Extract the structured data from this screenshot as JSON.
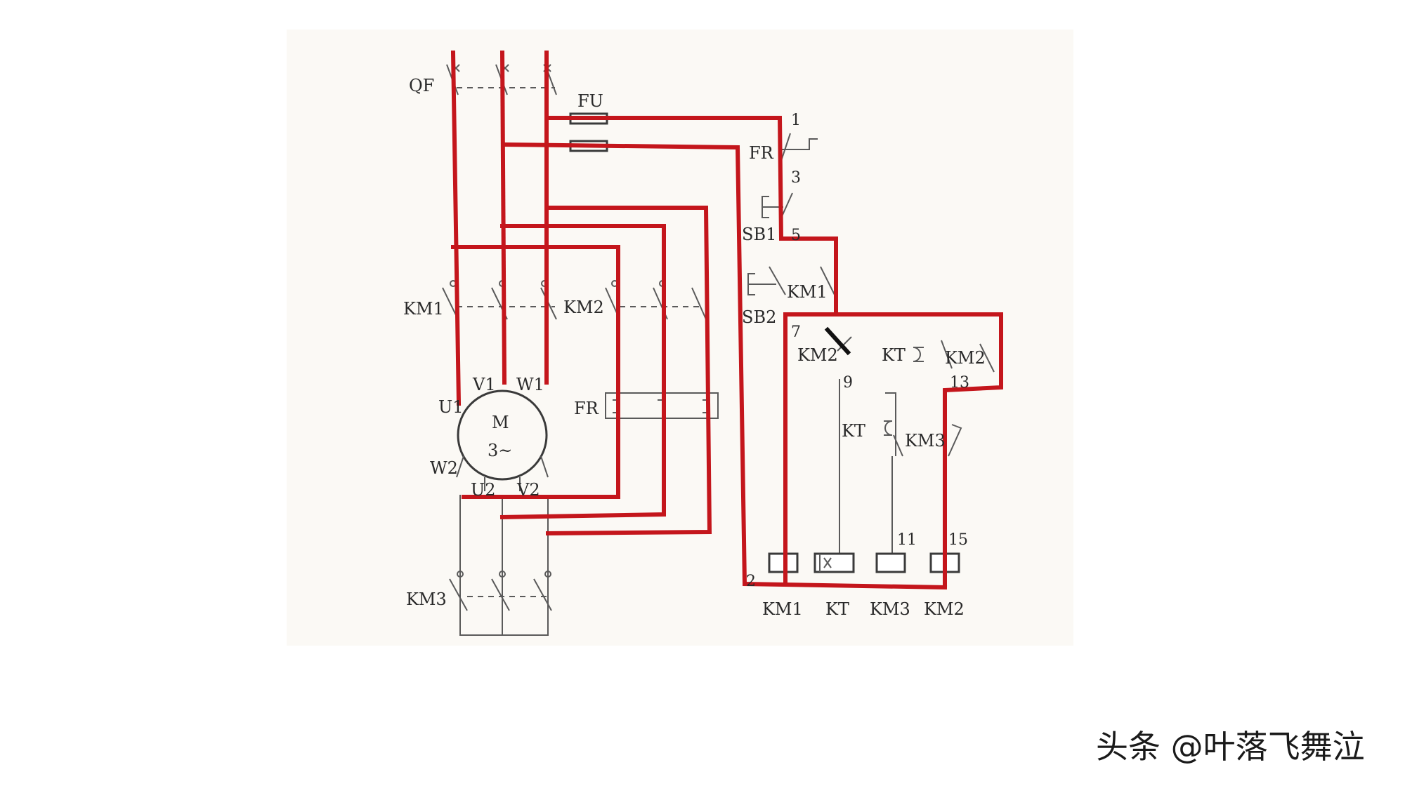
{
  "labels": {
    "qf": "QF",
    "fu": "FU",
    "fr_top": "FR",
    "fr_main": "FR",
    "sb1": "SB1",
    "sb2": "SB2",
    "km1_main": "KM1",
    "km2_main": "KM2",
    "km3_main": "KM3",
    "km1_aux": "KM1",
    "km2_nc": "KM2",
    "kt_no": "KT",
    "km2_no": "KM2",
    "kt_nc": "KT",
    "km3_nc": "KM3",
    "motor_m": "M",
    "motor_phase": "3~",
    "u1": "U1",
    "v1": "V1",
    "w1": "W1",
    "u2": "U2",
    "v2": "V2",
    "w2": "W2",
    "coil_km1": "KM1",
    "coil_kt": "KT",
    "coil_km3": "KM3",
    "coil_km2": "KM2"
  },
  "nodes": {
    "n1": "1",
    "n2": "2",
    "n3": "3",
    "n5": "5",
    "n7": "7",
    "n9": "9",
    "n11": "11",
    "n13": "13",
    "n15": "15"
  },
  "watermark": "头条 @叶落飞舞泣",
  "colors": {
    "highlight": "#c4161c",
    "schematic": "#5a5a5a",
    "paper": "#fbf9f5"
  }
}
